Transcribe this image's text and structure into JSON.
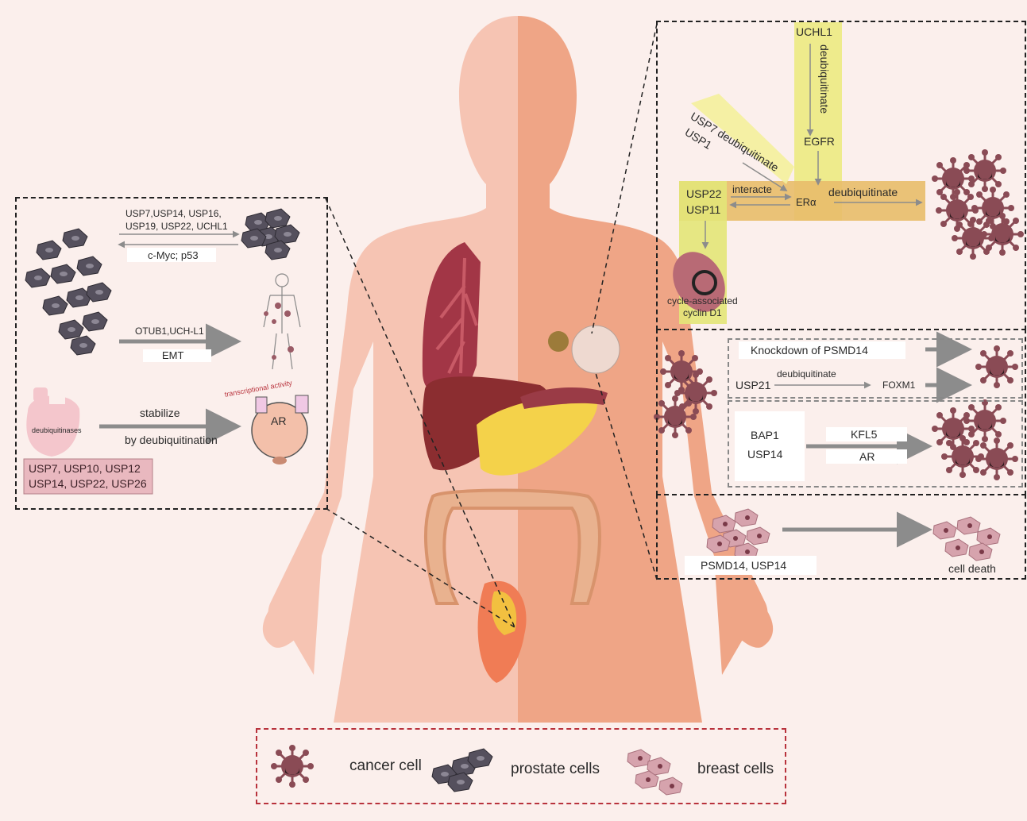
{
  "colors": {
    "background": "#fbefec",
    "body_light": "#f6c4b3",
    "body_dark": "#efa586",
    "yellow_band": "#ecea82",
    "orange_band": "#e8bd6a",
    "cancer_cell": "#8a4b55",
    "prostate_cell": "#55505d",
    "breast_cell": "#d6a3ad",
    "pink_box": "#e9b8bf",
    "legend_border": "#b8323c"
  },
  "prostate_panel": {
    "arrow1_top": "USP7,USP14, USP16,",
    "arrow1_top2": "USP19, USP22, UCHL1",
    "arrow1_bottom": "c-Myc; p53",
    "arrow2_top": "OTUB1,UCH-L1",
    "arrow2_bottom": "EMT",
    "deub_label": "deubiquitinases",
    "stabilize": "stabilize",
    "by_deub": "by deubiquitination",
    "transcriptional": "transcriptional activity",
    "ar": "AR",
    "usp_list_1": "USP7, USP10, USP12",
    "usp_list_2": "USP14, USP22, USP26"
  },
  "breast_panel": {
    "uchl1": "UCHL1",
    "deub_vertical": "deubiquitinate",
    "egfr": "EGFR",
    "usp7_deub": "USP7 deubiquitinate",
    "usp1": "USP1",
    "usp22": "USP22",
    "usp11": "USP11",
    "interacte": "interacte",
    "era": "ERα",
    "deub_right": "deubiquitinate",
    "cycle1": "cycle-associated",
    "cycle2": "cyclin D1",
    "knockdown": "Knockdown of PSMD14",
    "usp21": "USP21",
    "deub_mid": "deubiquitinate",
    "foxm1": "FOXM1",
    "bap1": "BAP1",
    "usp14": "USP14",
    "kfl5": "KFL5",
    "ar": "AR",
    "psmd_usp": "PSMD14, USP14",
    "cell_death": "cell death"
  },
  "legend": {
    "cancer": "cancer cell",
    "prostate": "prostate cells",
    "breast": "breast cells"
  }
}
